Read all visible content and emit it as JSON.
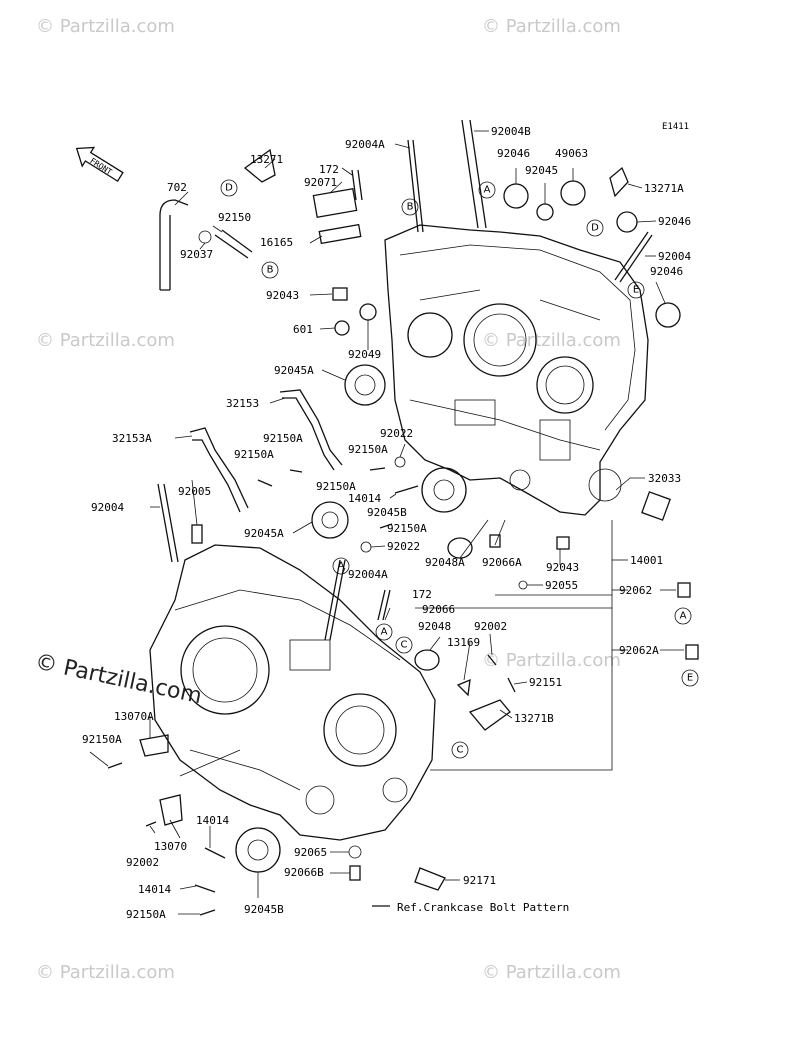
{
  "diagram_code": "E1411",
  "front_label": "FRONT",
  "watermark": "© Partzilla.com",
  "reference_note": "Ref.Crankcase Bolt Pattern",
  "callouts": [
    "A",
    "B",
    "C",
    "D",
    "E"
  ],
  "parts": [
    "13271",
    "702",
    "92150",
    "92037",
    "92004A",
    "172",
    "92071",
    "16165",
    "92043",
    "601",
    "92049",
    "92045A",
    "32153",
    "32153A",
    "92150A",
    "92004",
    "92005",
    "92004B",
    "92046",
    "49063",
    "92045",
    "13271A",
    "92022",
    "14014",
    "92045B",
    "32033",
    "92048A",
    "92066A",
    "92055",
    "14001",
    "92062",
    "92066",
    "92062A",
    "92048",
    "92002",
    "13169",
    "92151",
    "13271B",
    "13070A",
    "13070",
    "92065",
    "92066B",
    "92171"
  ]
}
